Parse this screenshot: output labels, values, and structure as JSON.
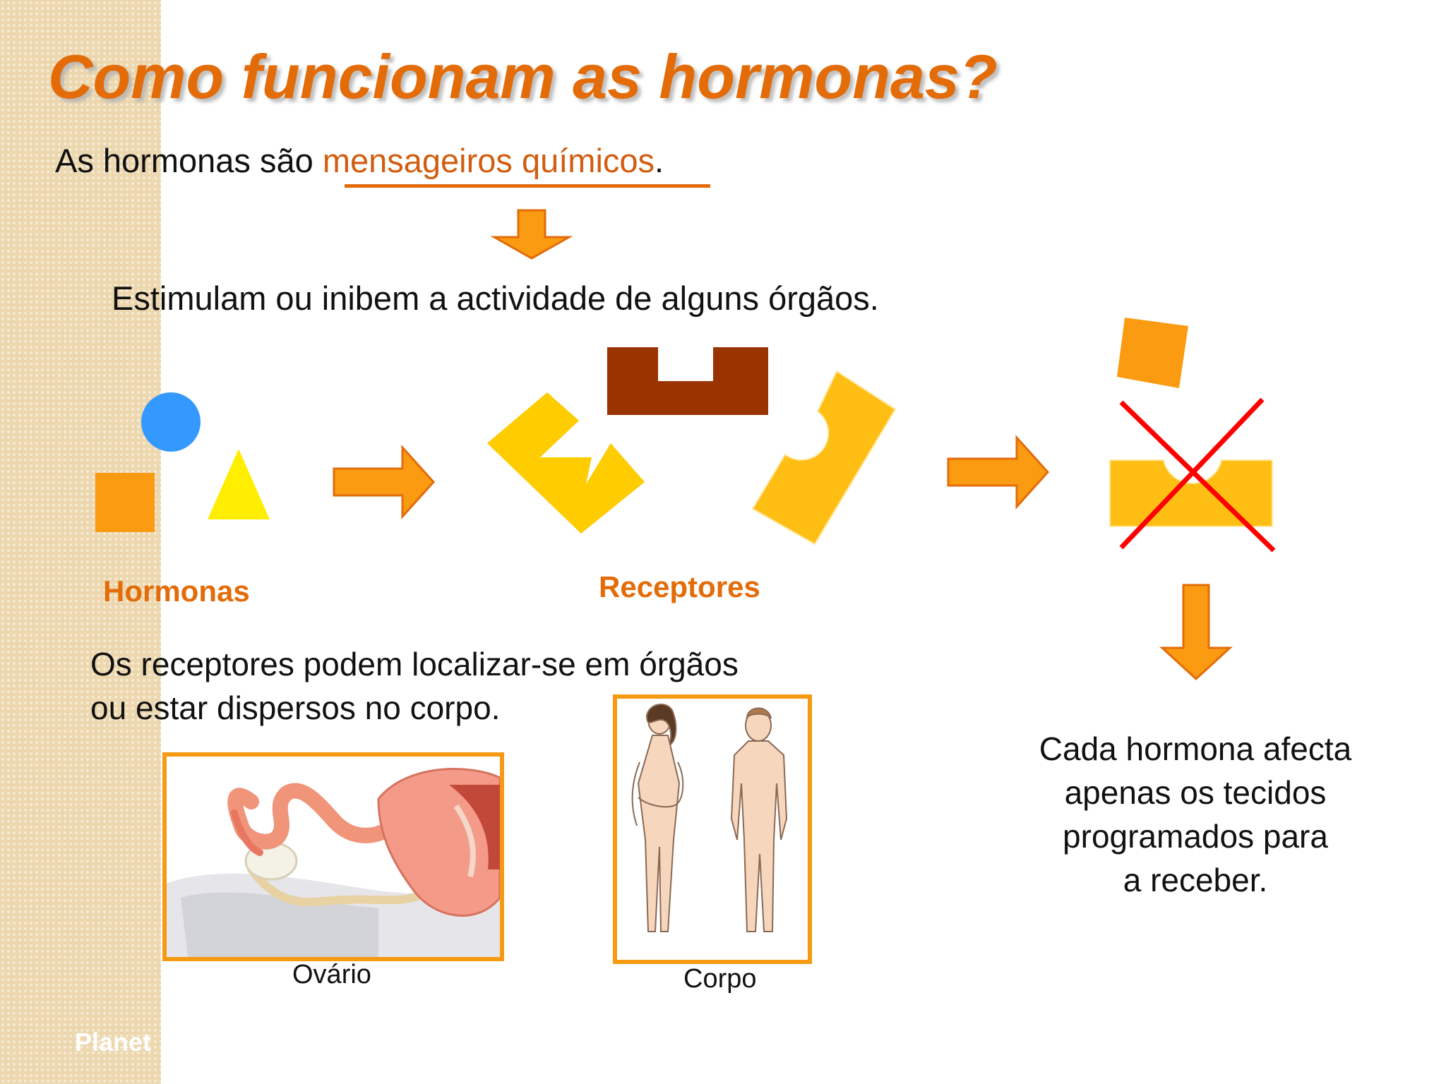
{
  "slide": {
    "title": "Como funcionam as hormonas?",
    "intro_prefix": "As hormonas são ",
    "intro_highlight": "mensageiros químicos",
    "intro_suffix": ".",
    "effect_text": "Estimulam ou inibem a actividade de alguns órgãos.",
    "label_hormones": "Hormonas",
    "label_receptors": "Receptores",
    "receptors_text": [
      "Os receptores podem localizar-se em órgãos",
      "ou estar dispersos no corpo."
    ],
    "caption_ovary": "Ovário",
    "caption_body": "Corpo",
    "conclusion_text": [
      "Cada hormona afecta",
      "apenas os tecidos",
      "programados para",
      "a receber."
    ],
    "footer": "Planet"
  },
  "colors": {
    "title": "#e36c09",
    "highlight": "#d25d10",
    "arrow_fill": "#fb9b12",
    "arrow_stroke": "#e36c09",
    "hormone_square": "#fb9b12",
    "hormone_circle": "#3399ff",
    "hormone_triangle": "#ffee00",
    "receptor_yellow": "#ffcc00",
    "receptor_brown": "#993300",
    "cross": "#ff0000",
    "frame": "#f59a12",
    "side_strip": "#ecd7ae"
  }
}
